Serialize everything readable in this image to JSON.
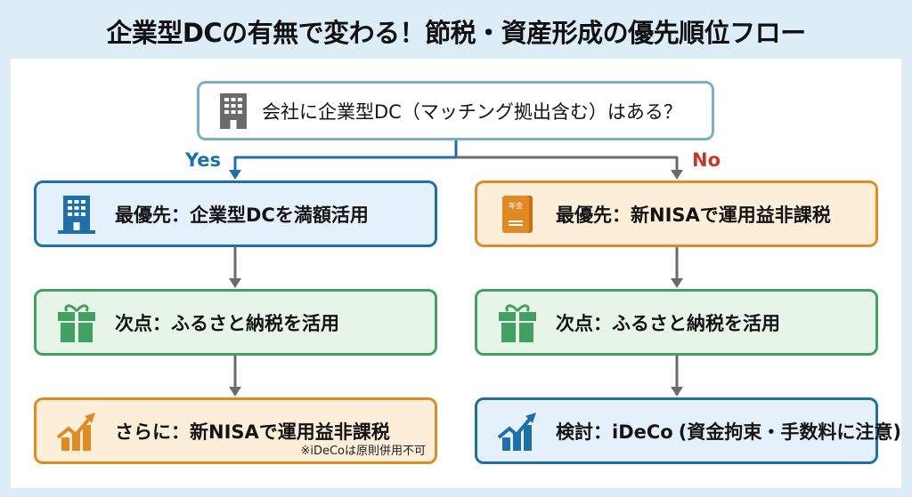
{
  "title": "企業型DCの有無で変わる！節税・資産形成の優先順位フロー",
  "question": {
    "icon": "building-icon",
    "text": "会社に企業型DC（マッチング拠出含む）はある？"
  },
  "branches": {
    "yes": {
      "label": "Yes",
      "color": "#1f6fa8"
    },
    "no": {
      "label": "No",
      "color": "#c0392b"
    }
  },
  "left": [
    {
      "icon": "building-icon",
      "text": "最優先：企業型DCを満額活用",
      "style": "blue"
    },
    {
      "icon": "gift-icon",
      "text": "次点：ふるさと納税を活用",
      "style": "green"
    },
    {
      "icon": "growth-chart-icon",
      "text": "さらに：新NISAで運用益非課税",
      "note": "※iDeCoは原則併用不可",
      "style": "orange"
    }
  ],
  "right": [
    {
      "icon": "pension-book-icon",
      "text": "最優先：新NISAで運用益非課税",
      "book_label": "年金",
      "style": "orange"
    },
    {
      "icon": "gift-icon",
      "text": "次点：ふるさと納税を活用",
      "style": "green"
    },
    {
      "icon": "growth-chart-icon",
      "text": "検討：iDeCo",
      "sub": "(資金拘束・手数料に注意)",
      "style": "blue"
    }
  ],
  "colors": {
    "blue": "#1f6fa8",
    "orange": "#e08a26",
    "green": "#43a063",
    "gray": "#6b6b6b"
  }
}
